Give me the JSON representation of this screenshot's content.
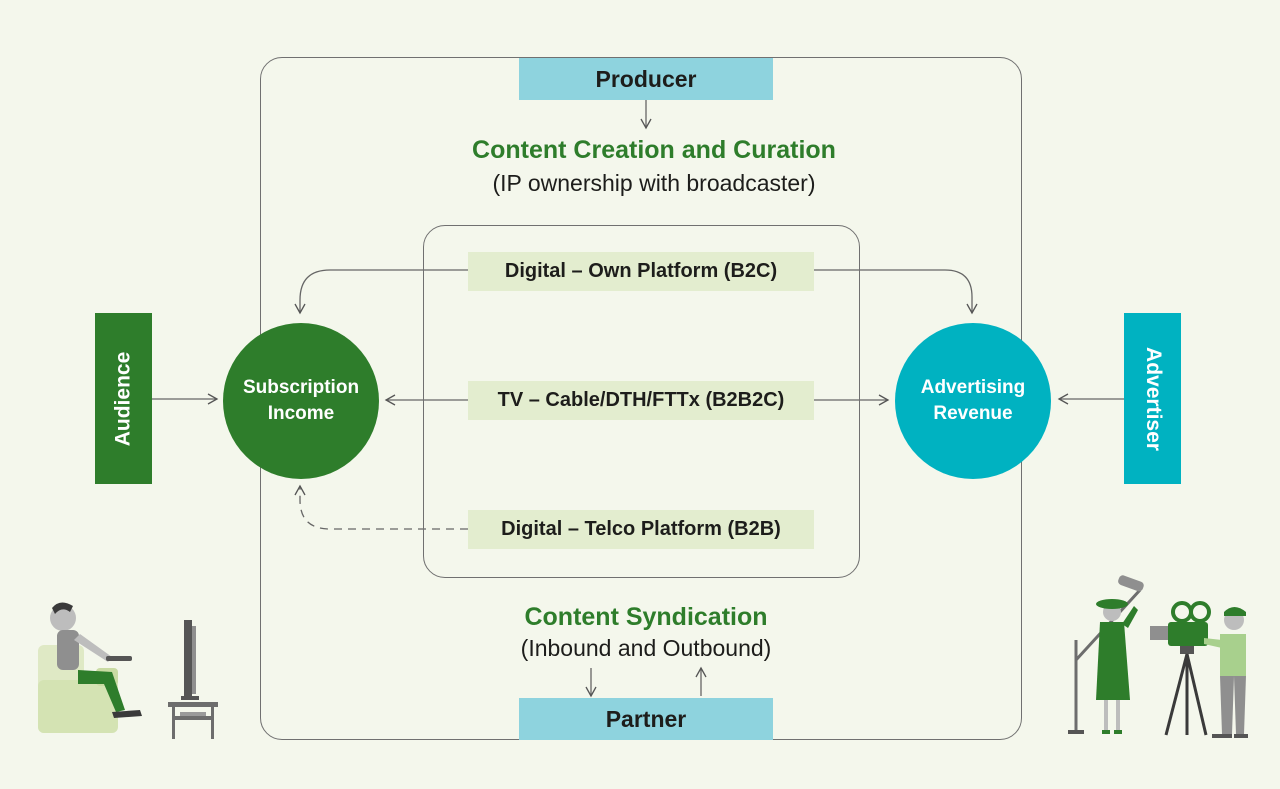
{
  "producer": "Producer",
  "partner": "Partner",
  "content_creation": {
    "title": "Content Creation and Curation",
    "subtitle": "(IP ownership with broadcaster)"
  },
  "content_syndication": {
    "title": "Content Syndication",
    "subtitle": "(Inbound and Outbound)"
  },
  "channels": [
    "Digital – Own Platform (B2C)",
    "TV – Cable/DTH/FTTx (B2B2C)",
    "Digital – Telco Platform (B2B)"
  ],
  "subscription": {
    "line1": "Subscription",
    "line2": "Income"
  },
  "advertising": {
    "line1": "Advertising",
    "line2": "Revenue"
  },
  "audience": "Audience",
  "advertiser": "Advertiser",
  "colors": {
    "background": "#f4f7ec",
    "dark_green": "#2e7d2b",
    "teal": "#00b2c1",
    "light_blue": "#8ed3de",
    "channel_fill": "#e3edcf"
  }
}
